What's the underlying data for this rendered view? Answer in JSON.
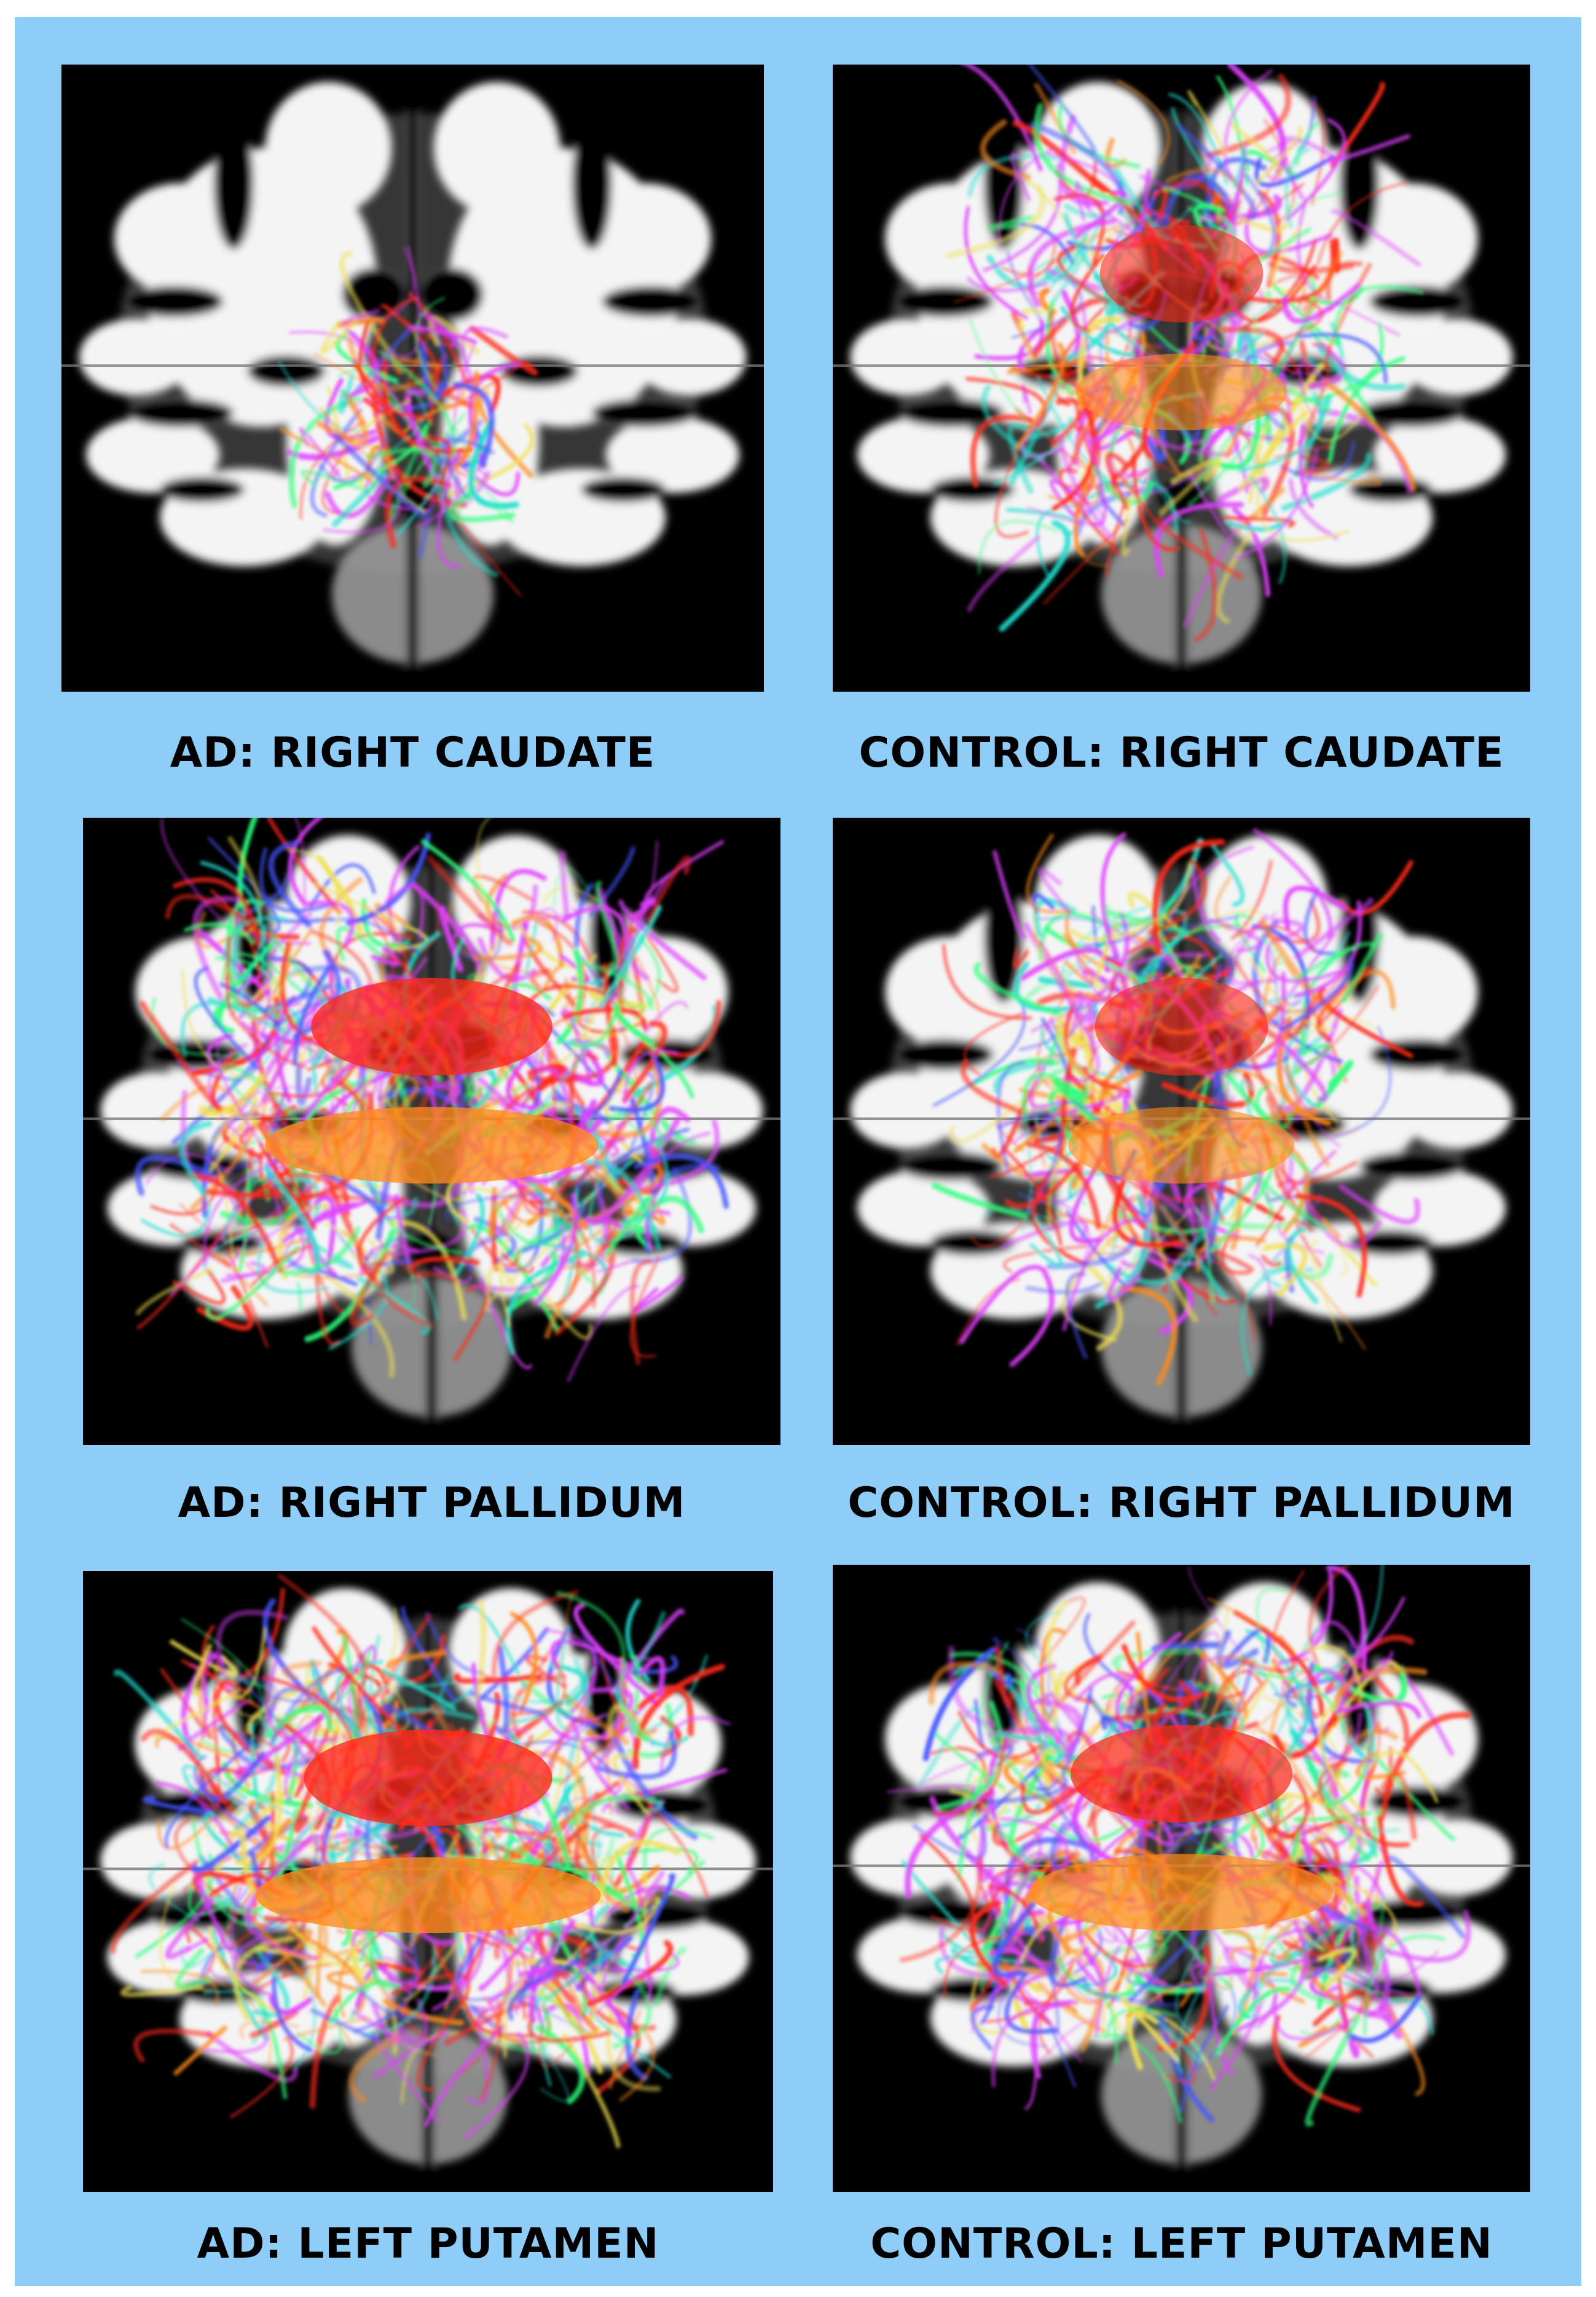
{
  "colors": {
    "panel_background": "#8ECDF8",
    "tile_background": "#000000",
    "caption_text": "#000000",
    "white_matter": "#f4f4f4",
    "gray_matter": "#9a9a9a",
    "tract_red": "#ff2a1a",
    "tract_green": "#2bff7a",
    "tract_blue": "#4455ff",
    "tract_magenta": "#e040ff",
    "tract_yellow": "#f0e050",
    "tract_cyan": "#20e0d0",
    "tract_orange": "#ff8a1a"
  },
  "panels": [
    {
      "caption": "AD: RIGHT CAUDATE",
      "density": 0.12
    },
    {
      "caption": "CONTROL: RIGHT CAUDATE",
      "density": 0.55
    },
    {
      "caption": "AD: RIGHT PALLIDUM",
      "density": 0.95
    },
    {
      "caption": "CONTROL: RIGHT PALLIDUM",
      "density": 0.6
    },
    {
      "caption": "AD: LEFT PUTAMEN",
      "density": 1.0
    },
    {
      "caption": "CONTROL: LEFT PUTAMEN",
      "density": 0.85
    }
  ]
}
